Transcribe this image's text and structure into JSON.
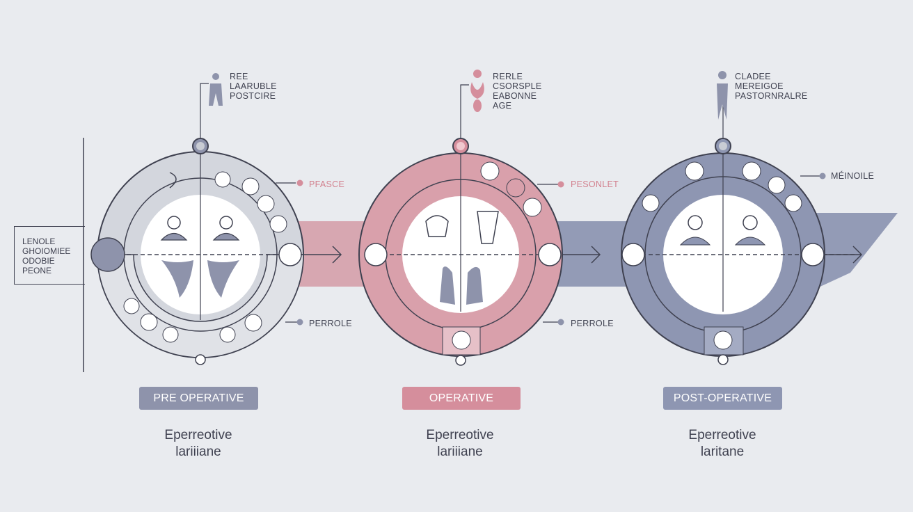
{
  "diagram": {
    "side_panel": {
      "lines": [
        "LENOLE",
        "GHOIOMIEE",
        "ODOBIE",
        "PEONE"
      ]
    },
    "phases": [
      {
        "id": "pre",
        "top_label_lines": [
          "REE",
          "LAARUBLE",
          "POSTCIRE"
        ],
        "right_upper_label": "PFASCE",
        "right_lower_label": "PERROLE",
        "pill_label": "PRE OPERATIVE",
        "caption_line1": "Eperreotive",
        "caption_line2": "lariiiane",
        "color": "#c9ccd4",
        "accent": "#8e93ab"
      },
      {
        "id": "operative",
        "top_label_lines": [
          "RERLE",
          "CSORSPLE",
          "EABONNE",
          "AGE"
        ],
        "right_upper_label": "PESONLET",
        "right_lower_label": "PERROLE",
        "pill_label": "OPERATIVE",
        "caption_line1": "Eperreotive",
        "caption_line2": "lariiiane",
        "color": "#d58e9c",
        "accent": "#d58e9c"
      },
      {
        "id": "post",
        "top_label_lines": [
          "CLADEE",
          "MEREIGOE",
          "PASTORNRALRE"
        ],
        "right_upper_label": "MÉINOILE",
        "right_lower_label": "",
        "pill_label": "POST-OPERATIVE",
        "caption_line1": "Eperreotive",
        "caption_line2": "laritane",
        "color": "#8e96b2",
        "accent": "#8e96b2"
      }
    ]
  }
}
